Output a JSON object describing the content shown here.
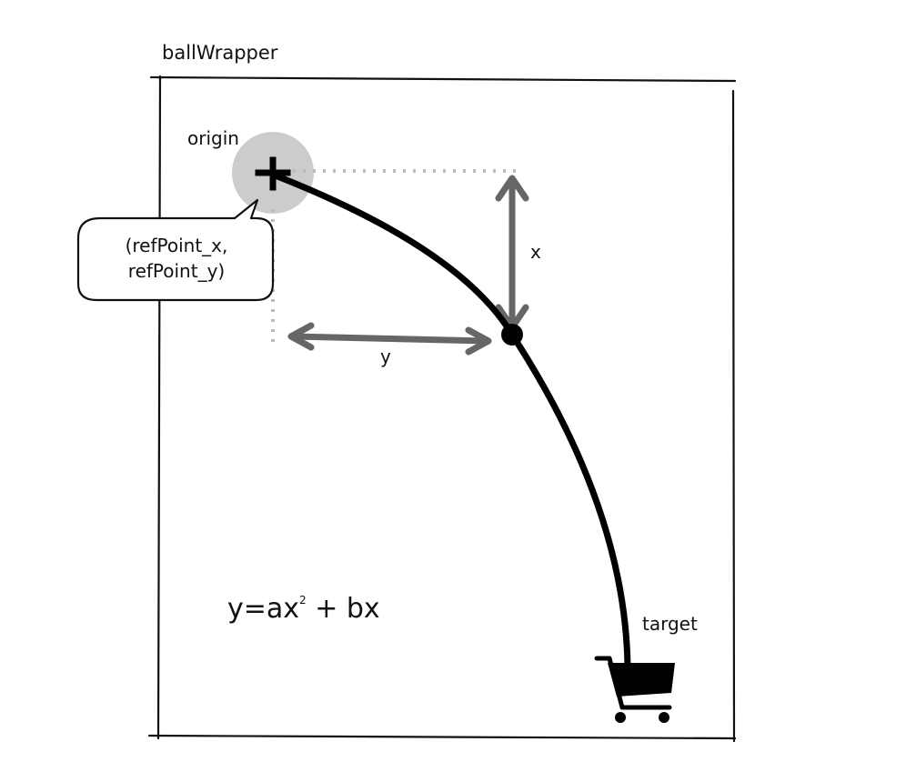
{
  "wrapper_label": "ballWrapper",
  "origin_label": "origin",
  "bubble": {
    "line1": "(refPoint_x,",
    "line2": "refPoint_y)"
  },
  "x_label": "x",
  "y_label": "y",
  "target_label": "target",
  "formula": {
    "prefix": "y=ax",
    "sup": "2",
    "suffix": "+ bx"
  },
  "icons": {
    "origin": "plus-icon",
    "target": "shopping-cart-icon"
  },
  "colors": {
    "stroke": "#000000",
    "origin_halo": "#cccccc",
    "arrow": "#666666",
    "guide": "#bbbbbb"
  }
}
